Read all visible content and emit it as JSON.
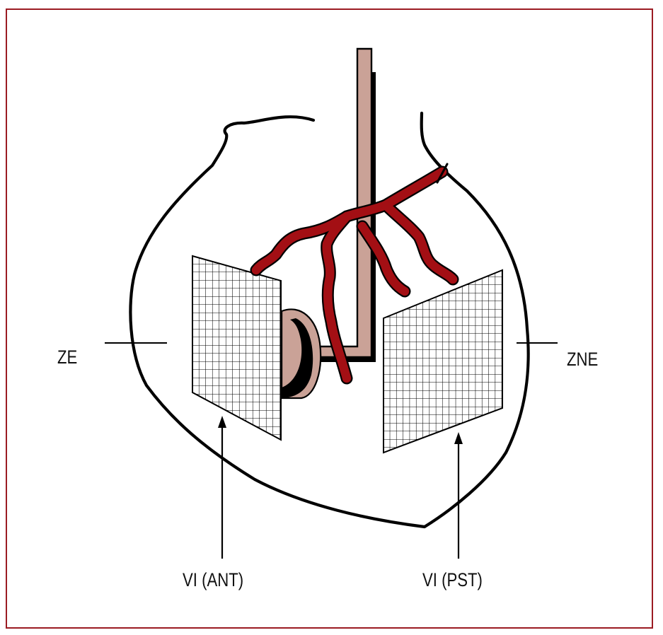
{
  "colors": {
    "frame": "#9b1b22",
    "vessel": "#a30f14",
    "catheter": "#caa297",
    "outline": "#000000"
  },
  "labels": {
    "ze": "ZE",
    "zne": "ZNE",
    "vi_ant": "VI (ANT)",
    "vi_pst": "VI (PST)"
  }
}
